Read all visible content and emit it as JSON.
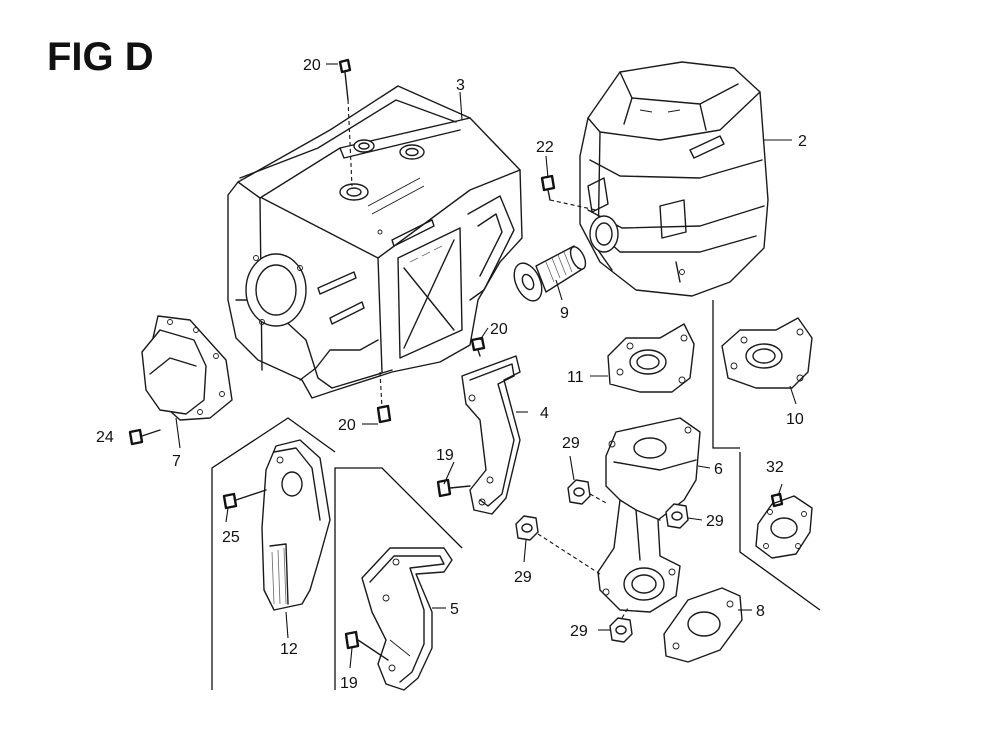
{
  "figure": {
    "title": "FIG D"
  },
  "callouts": {
    "c20a": "20",
    "c3": "3",
    "c2": "2",
    "c22": "22",
    "c9": "9",
    "c20b": "20",
    "c11": "11",
    "c10": "10",
    "c4": "4",
    "c20c": "20",
    "c24": "24",
    "c7": "7",
    "c19a": "19",
    "c29a": "29",
    "c6": "6",
    "c32": "32",
    "c29b": "29",
    "c25": "25",
    "c29c": "29",
    "c8": "8",
    "c5": "5",
    "c12": "12",
    "c29d": "29",
    "c19b": "19"
  }
}
